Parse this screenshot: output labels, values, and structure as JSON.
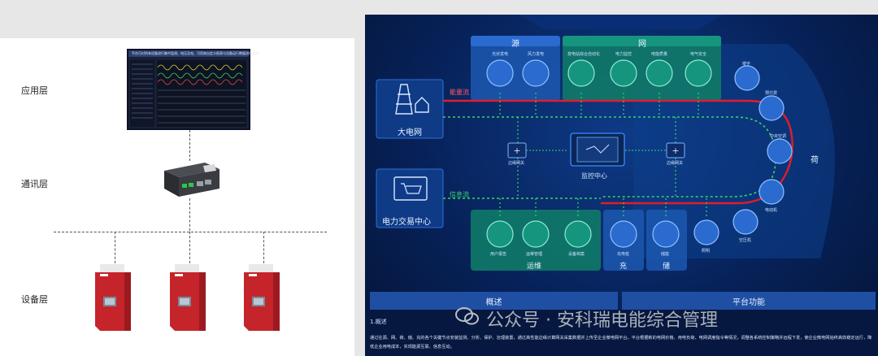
{
  "left_diagram": {
    "layers": {
      "application": "应用层",
      "communication": "通讯层",
      "device": "设备层"
    },
    "monitor_title": "平台可对所有设备进行集中监测、电压及电、可用来自定义报表与设备运行数据进行查询"
  },
  "right_diagram": {
    "groups": {
      "source": "源",
      "grid": "网",
      "load": "荷",
      "storage": "储",
      "ops": "运维",
      "charge": "充"
    },
    "big_grid": "大电网",
    "trading_center": "电力交易中心",
    "energy_flow": "能量流",
    "info_flow": "信息流",
    "monitor_center": "监控中心",
    "edge_gateway_left": "边缘网关",
    "edge_gateway_right": "边缘网关",
    "source_items": [
      "光伏发电",
      "风力发电"
    ],
    "grid_items": [
      "变电站综合自动化",
      "电力监控",
      "电能质量",
      "电气安全"
    ],
    "load_items": [
      "照明",
      "空压机",
      "电动机",
      "中央空调",
      "预付费",
      "楼宇"
    ],
    "ops_items": [
      "用户报告",
      "运维管理",
      "设备档案"
    ],
    "charge_items": [
      "充电桩"
    ],
    "storage_items": [
      "储能"
    ],
    "tabs": [
      "概述",
      "平台功能"
    ],
    "section_heading": "1.概述",
    "description": "通过在源、网、荷、储、充的各个关键节点安装监测、分析、保护、治理装置，通过高性能边缘计算网关采集数据并上传至企业微电网平台。平台根据新的电网价格、用电负荷、电网调度指令等情况，调整各系统控制策略并远程下发，使企业微电网始终高效稳定运行，降低企业用电成本，实现能源互联、信息互动。"
  },
  "watermark": "公众号 · 安科瑞电能综合管理",
  "colors": {
    "energy_line": "#e41b2b",
    "info_line": "#36d36a",
    "panel_fill": "#1a4fa0",
    "green_panel": "#0f7a68",
    "inverter_red": "#c4242a"
  }
}
